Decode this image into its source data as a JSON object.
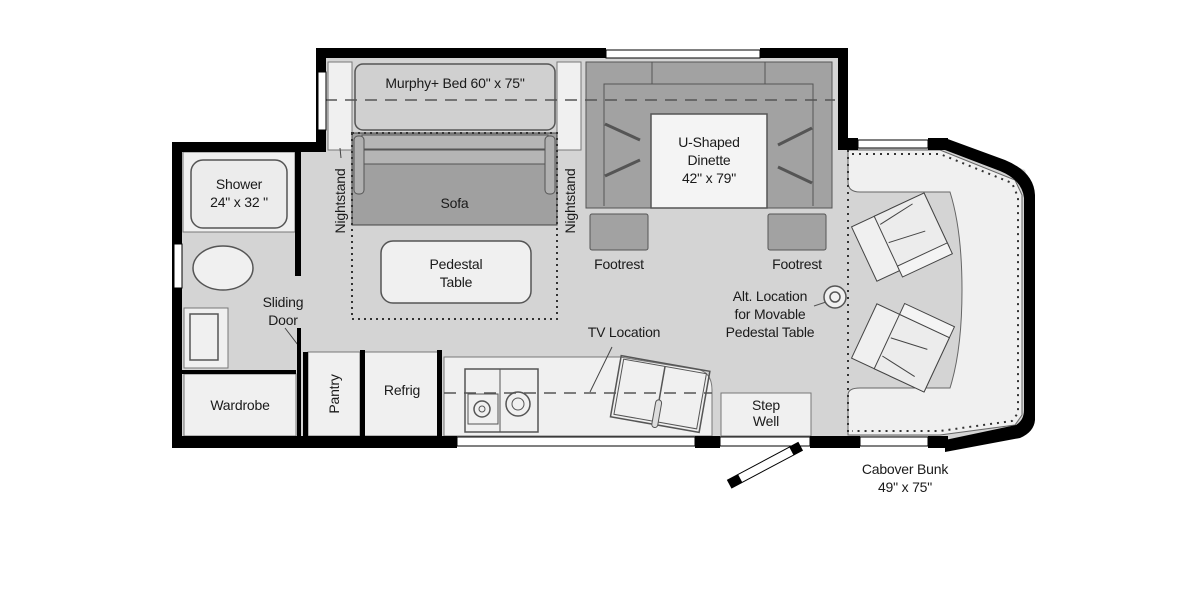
{
  "floorplan": {
    "colors": {
      "wall": "#000000",
      "floor": "#d4d4d4",
      "furniture_light": "#f0f0f0",
      "furniture_mid": "#c9c9c9",
      "furniture_dark": "#9e9e9e",
      "window": "#ffffff",
      "outline": "#555555"
    },
    "labels": {
      "murphy_bed": "Murphy+ Bed 60\" x 75\"",
      "sofa": "Sofa",
      "nightstand_left": "Nightstand",
      "nightstand_right": "Nightstand",
      "pedestal_table_line1": "Pedestal",
      "pedestal_table_line2": "Table",
      "dinette_line1": "U-Shaped",
      "dinette_line2": "Dinette",
      "dinette_line3": "42\" x 79\"",
      "footrest_left": "Footrest",
      "footrest_right": "Footrest",
      "shower_line1": "Shower",
      "shower_line2": "24\" x 32 \"",
      "sliding_door_line1": "Sliding",
      "sliding_door_line2": "Door",
      "wardrobe": "Wardrobe",
      "pantry": "Pantry",
      "refrig": "Refrig",
      "tv_location": "TV Location",
      "alt_location_line1": "Alt. Location",
      "alt_location_line2": "for Movable",
      "alt_location_line3": "Pedestal Table",
      "step_well_line1": "Step",
      "step_well_line2": "Well",
      "cabover_line1": "Cabover Bunk",
      "cabover_line2": "49\" x 75\""
    }
  }
}
